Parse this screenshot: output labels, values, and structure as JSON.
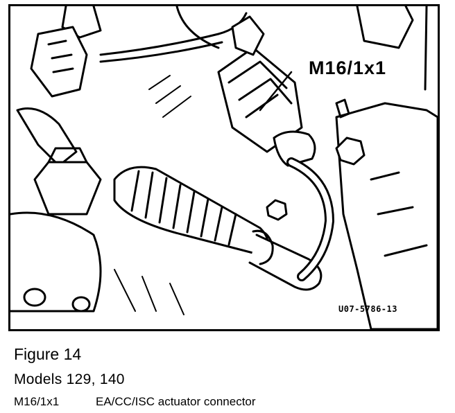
{
  "figure": {
    "callout_label": "M16/1x1",
    "image_code": "U07-5786-13"
  },
  "caption": {
    "title": "Figure 14",
    "models": "Models 129, 140",
    "legend": [
      {
        "ref": "M16/1x1",
        "description": "EA/CC/ISC actuator connector"
      }
    ]
  },
  "colors": {
    "ink": "#000000",
    "paper": "#ffffff"
  }
}
